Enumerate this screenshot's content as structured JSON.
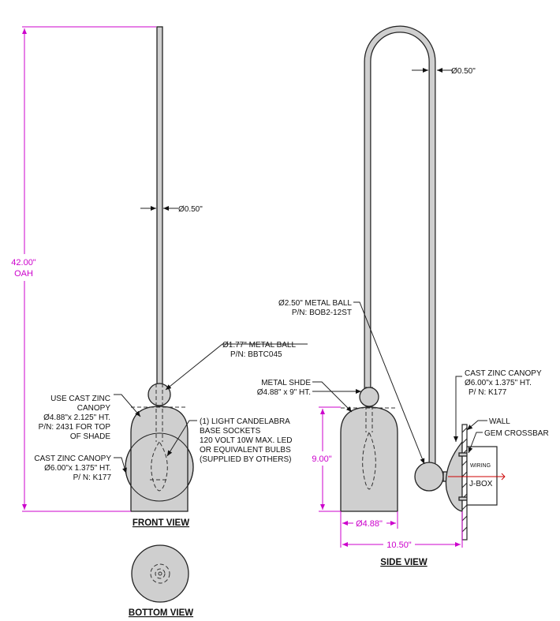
{
  "colors": {
    "dimension": "#cc00cc",
    "part_fill": "#cfcfcf",
    "line": "#222222",
    "wiring_red": "#cc0000"
  },
  "labels": {
    "overall_height_value": "42.00\"",
    "overall_height_unit": "OAH",
    "rod_dia_front": "Ø0.50\"",
    "rod_dia_side": "Ø0.50\"",
    "front_ball_line1": "Ø1.77\" METAL BALL",
    "front_ball_line2": "P/N: BBTC045",
    "side_ball_line1": "Ø2.50\" METAL BALL",
    "side_ball_line2": "P/N: BOB2-12ST",
    "top_canopy_line1": "USE CAST ZINC",
    "top_canopy_line2": "CANOPY",
    "top_canopy_line3": "Ø4.88\"x 2.125\" HT.",
    "top_canopy_line4": "P/N: 2431 FOR TOP",
    "top_canopy_line5": "OF SHADE",
    "front_canopy_line1": "CAST ZINC CANOPY",
    "front_canopy_line2": "Ø6.00\"x 1.375\" HT.",
    "front_canopy_line3": "P/ N: K177",
    "socket_line1": "(1) LIGHT CANDELABRA",
    "socket_line2": "BASE SOCKETS",
    "socket_line3": "120 VOLT 10W MAX. LED",
    "socket_line4": "OR EQUIVALENT BULBS",
    "socket_line5": "(SUPPLIED BY OTHERS)",
    "shade_line1": "METAL SHDE",
    "shade_line2": "Ø4.88\" x 9\" HT.",
    "shade_height": "9.00\"",
    "shade_width": "Ø4.88\"",
    "projection": "10.50\"",
    "side_canopy_line1": "CAST ZINC CANOPY",
    "side_canopy_line2": "Ø6.00\"x 1.375\" HT.",
    "side_canopy_line3": "P/ N: K177",
    "wall": "WALL",
    "crossbar": "GEM CROSSBAR",
    "wiring": "WIRING",
    "jbox": "J-BOX"
  },
  "views": {
    "front": "FRONT VIEW",
    "side": "SIDE VIEW",
    "bottom": "BOTTOM VIEW"
  }
}
